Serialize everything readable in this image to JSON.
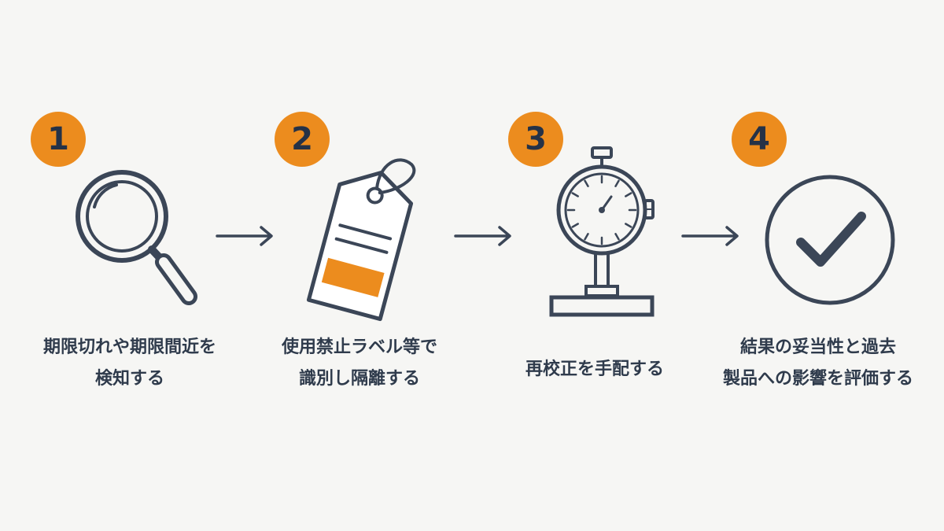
{
  "steps": [
    {
      "number": "1",
      "icon": "magnifier-icon",
      "caption_line1": "期限切れや期限間近を",
      "caption_line2": "検知する"
    },
    {
      "number": "2",
      "icon": "tag-label-icon",
      "caption_line1": "使用禁止ラベル等で",
      "caption_line2": "識別し隔離する"
    },
    {
      "number": "3",
      "icon": "dial-gauge-icon",
      "caption_line1": "再校正を手配する",
      "caption_line2": ""
    },
    {
      "number": "4",
      "icon": "checkmark-circle-icon",
      "caption_line1": "結果の妥当性と過去",
      "caption_line2": "製品への影響を評価する"
    }
  ],
  "colors": {
    "accent": "#ec8c1e",
    "ink": "#3b4657",
    "background": "#f6f6f4"
  }
}
